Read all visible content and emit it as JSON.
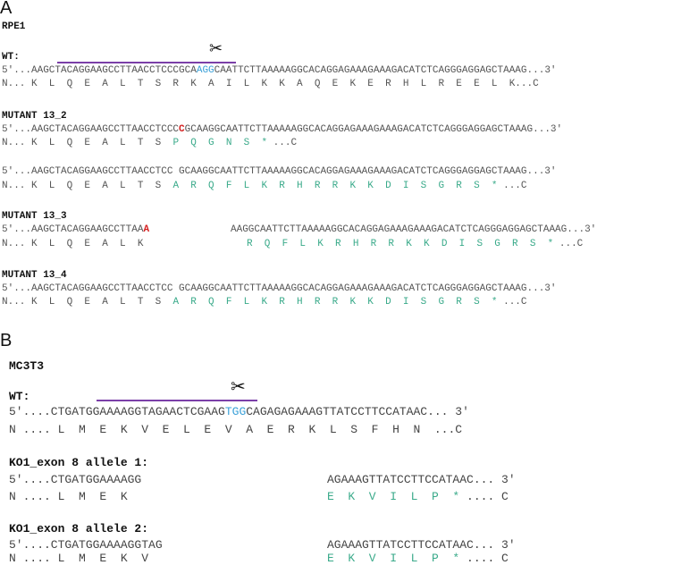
{
  "panelA": {
    "label": "A",
    "cell": "RPE1",
    "wt": {
      "label": "WT:",
      "seq_main": "5'...AAGCTACAGGAAGCCTTAACCTCCCGCA",
      "seq_pam": "AGG",
      "seq_rest": "CAATTCTTAAAAAGGCACAGGAGAAAGAAAGACATCTCAGGGAGGAGCTAAAG...3'",
      "aa": "N... K  L  Q  E  A  L  T  S  R  K  A  I  L  K  K  A  Q  E  K  E  R  H  L  R  E  E  L  K...C"
    },
    "m13_2": {
      "label": "MUTANT 13_2",
      "seq1_pre": "5'...AAGCTACAGGAAGCCTTAACCTCCC",
      "seq1_ins": "C",
      "seq1_post": "GCAAGGCAATTCTTAAAAAGGCACAGGAGAAAGAAAGACATCTCAGGGAGGAGCTAAAG...3'",
      "aa1_wt": "N... K  L  Q  E  A  L  T  S  ",
      "aa1_mut": "P  Q  G  N  S  *",
      "aa1_end": " ...C",
      "seq2": "5'...AAGCTACAGGAAGCCTTAACCTCC GCAAGGCAATTCTTAAAAAGGCACAGGAGAAAGAAAGACATCTCAGGGAGGAGCTAAAG...3'",
      "aa2_wt": "N... K  L  Q  E  A  L  T  S  ",
      "aa2_mut": "A  R  Q  F  L  K  R  H  R  R  K  K  D  I  S  G  R  S  *",
      "aa2_end": " ...C"
    },
    "m13_3": {
      "label": "MUTANT 13_3",
      "seq_pre": "5'...AAGCTACAGGAAGCCTTAA",
      "seq_ins": "A",
      "seq_post": "AAGGCAATTCTTAAAAAGGCACAGGAGAAAGAAAGACATCTCAGGGAGGAGCTAAAG...3'",
      "aa_wt": "N... K  L  Q  E  A  L  K",
      "aa_mut": "R  Q  F  L  K  R  H  R  R  K  K  D  I  S  G  R  S  *",
      "aa_end": " ...C"
    },
    "m13_4": {
      "label": "MUTANT 13_4",
      "seq": "5'...AAGCTACAGGAAGCCTTAACCTCC GCAAGGCAATTCTTAAAAAGGCACAGGAGAAAGAAAGACATCTCAGGGAGGAGCTAAAG...3'",
      "aa_wt": "N... K  L  Q  E  A  L  T  S  ",
      "aa_mut": "A  R  Q  F  L  K  R  H  R  R  K  K  D  I  S  G  R  S  *",
      "aa_end": " ...C"
    }
  },
  "panelB": {
    "label": "B",
    "cell": "MC3T3",
    "wt": {
      "label": "WT:",
      "seq_main": "5'....CTGATGGAAAAGGTAGAACTCGAAG",
      "seq_pam": "TGG",
      "seq_rest": "CAGAGAGAAAGTTATCCTTCCATAAC... 3'",
      "aa": "N .... L  M  E  K  V  E  L  E  V  A  E  R  K  L  S  F  H  N  ...C"
    },
    "allele1": {
      "label": "KO1_exon 8 allele 1:",
      "seq_left": "5'....CTGATGGAAAAGG",
      "seq_right": "AGAAAGTTATCCTTCCATAAC... 3'",
      "aa_left": "N .... L  M  E  K",
      "aa_mut": "E  K  V  I  L  P  *",
      "aa_end": " .... C"
    },
    "allele2": {
      "label": "KO1_exon 8 allele 2:",
      "seq_left": "5'....CTGATGGAAAAGGTAG",
      "seq_right": "AGAAAGTTATCCTTCCATAAC... 3'",
      "aa_left": "N .... L  M  E  K  V",
      "aa_mut": "E  K  V  I  L  P  *",
      "aa_end": " .... C"
    }
  },
  "icons": {
    "cut": "scissors-icon"
  },
  "colors": {
    "pam": "#3aa0d8",
    "insertion": "#d42020",
    "frameshift": "#3aaa8a",
    "guide": "#7b3fa8"
  }
}
